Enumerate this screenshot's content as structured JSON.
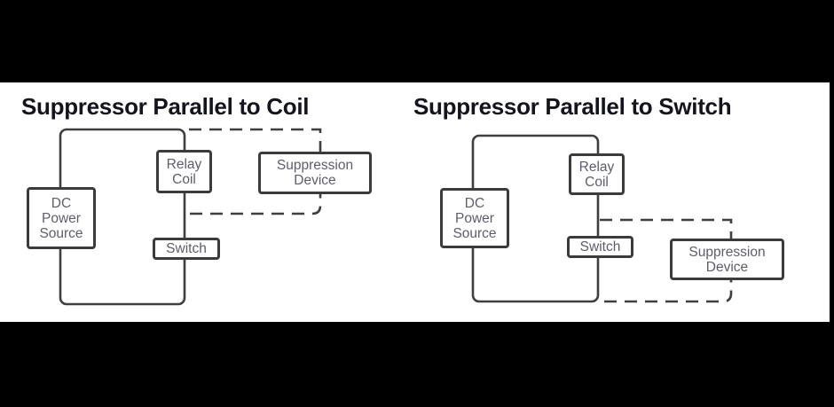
{
  "colors": {
    "background": "#000000",
    "canvas": "#ffffff",
    "line": "#3f3f3f",
    "box_border": "#3b3b3b",
    "title": "#14141e",
    "box_label": "#5d5d6b"
  },
  "diagrams": [
    {
      "title": "Suppressor Parallel to Coil",
      "boxes": {
        "dc": {
          "lines": [
            "DC",
            "Power",
            "Source"
          ]
        },
        "relay": {
          "lines": [
            "Relay",
            "Coil"
          ]
        },
        "switch": {
          "lines": [
            "Switch"
          ]
        },
        "suppression": {
          "lines": [
            "Suppression",
            "Device"
          ]
        }
      }
    },
    {
      "title": "Suppressor Parallel to Switch",
      "boxes": {
        "dc": {
          "lines": [
            "DC",
            "Power",
            "Source"
          ]
        },
        "relay": {
          "lines": [
            "Relay",
            "Coil"
          ]
        },
        "switch": {
          "lines": [
            "Switch"
          ]
        },
        "suppression": {
          "lines": [
            "Suppression",
            "Device"
          ]
        }
      }
    }
  ]
}
